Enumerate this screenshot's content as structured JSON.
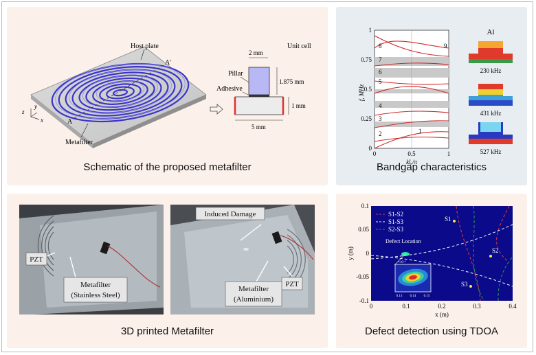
{
  "schematic": {
    "caption": "Schematic of the proposed metafilter",
    "host_plate_label": "Host plate",
    "metafilter_label": "Metafilter",
    "section_a": "A",
    "section_a_prime": "A'",
    "axis_x": "x",
    "axis_y": "y",
    "axis_z": "z",
    "unit_cell_label": "Unit cell",
    "pillar_label": "Pillar",
    "adhesive_label": "Adhesive",
    "dim_pillar_width": "2 mm",
    "dim_pillar_height": "1.875 mm",
    "dim_base_height": "1 mm",
    "dim_base_width": "5 mm"
  },
  "bandgap": {
    "caption": "Bandgap characteristics",
    "ylabel": "f, MHz",
    "xlabel": "klₑ/π",
    "yticks": [
      "0",
      "0.25",
      "0.5",
      "0.75",
      "1"
    ],
    "xticks": [
      "0",
      "0.5",
      "1"
    ],
    "branch_labels": [
      "1",
      "2",
      "3",
      "4",
      "5",
      "6",
      "7",
      "8",
      "9"
    ],
    "material_label": "Al",
    "modes": [
      "230 kHz",
      "431 kHz",
      "527 kHz"
    ],
    "colors": {
      "curves": "#cc2a2a",
      "bandgap": "#c9c9c9"
    }
  },
  "printed": {
    "caption": "3D printed Metafilter",
    "left_pzt": "PZT",
    "left_metafilter": "Metafilter",
    "left_material": "(Stainless Steel)",
    "right_damage": "Induced Damage",
    "right_pzt": "PZT",
    "right_metafilter": "Metafilter",
    "right_material": "(Aluminium)"
  },
  "detection": {
    "caption": "Defect detection using TDOA",
    "ylabel": "y (m)",
    "xlabel": "x (m)",
    "xticks": [
      "0",
      "0.1",
      "0.2",
      "0.3",
      "0.4"
    ],
    "yticks": [
      "0.1",
      "0.05",
      "0",
      "-0.05",
      "-0.1"
    ],
    "legend": [
      "S1-S2",
      "S1-S3",
      "S2-S3"
    ],
    "sensors": [
      "S1",
      "S2",
      "S3"
    ],
    "defect_label": "Defect Location",
    "inset_xticks": [
      "0.13",
      "0.14",
      "0.15"
    ],
    "inset_exponent": "×10⁻³",
    "colors": {
      "background": "#0a0a8a",
      "s1s2": "#d23a3a",
      "s1s3": "#e8e8f0",
      "s2s3": "#2e8b57"
    }
  }
}
